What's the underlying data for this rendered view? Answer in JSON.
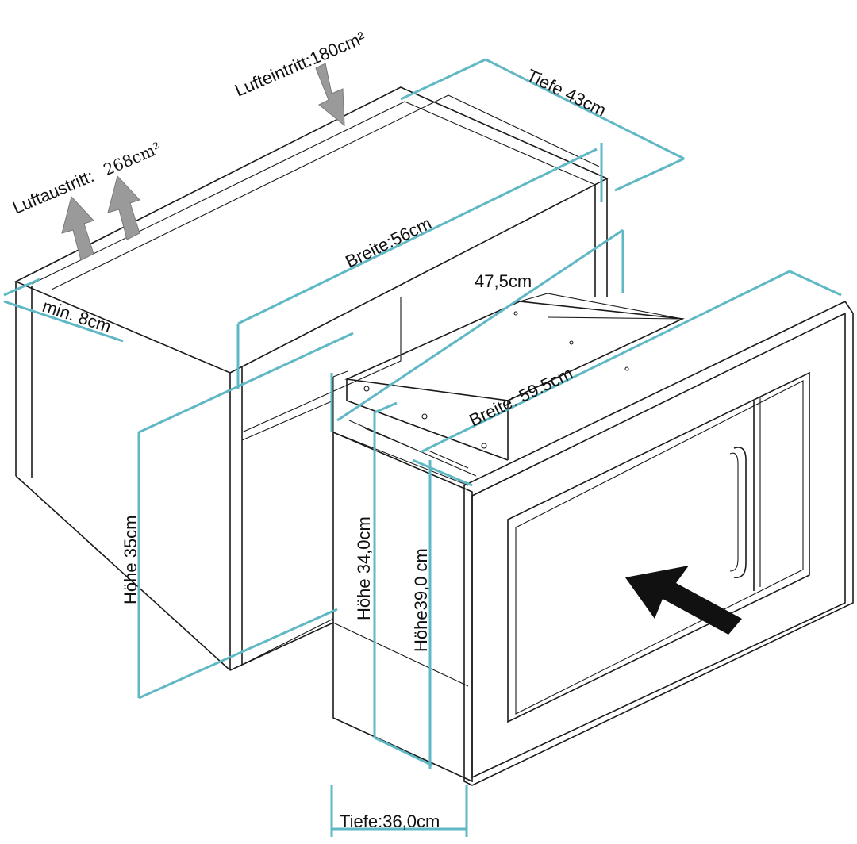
{
  "labels": {
    "air_inlet": "Lufteintritt:180cm²",
    "air_outlet_prefix": "Luftaustritt:",
    "air_outlet_value": "268cm²",
    "depth_cabinet": "Tiefe 43cm",
    "width_cabinet": "Breite:56cm",
    "min_gap": "min. 8cm",
    "inner_depth": "47,5cm",
    "width_device": "Breite: 59.5cm",
    "height_cabinet": "Höhe 35cm",
    "height_inner": "Höhe 34,0cm",
    "height_device": "Höhe39,0 cm",
    "depth_device": "Tiefe:36,0cm"
  },
  "colors": {
    "dimension_line": "#5fb8c4",
    "outline": "#1a1a1a",
    "airflow_arrow": "#9a9a9a",
    "insert_arrow": "#111111"
  }
}
